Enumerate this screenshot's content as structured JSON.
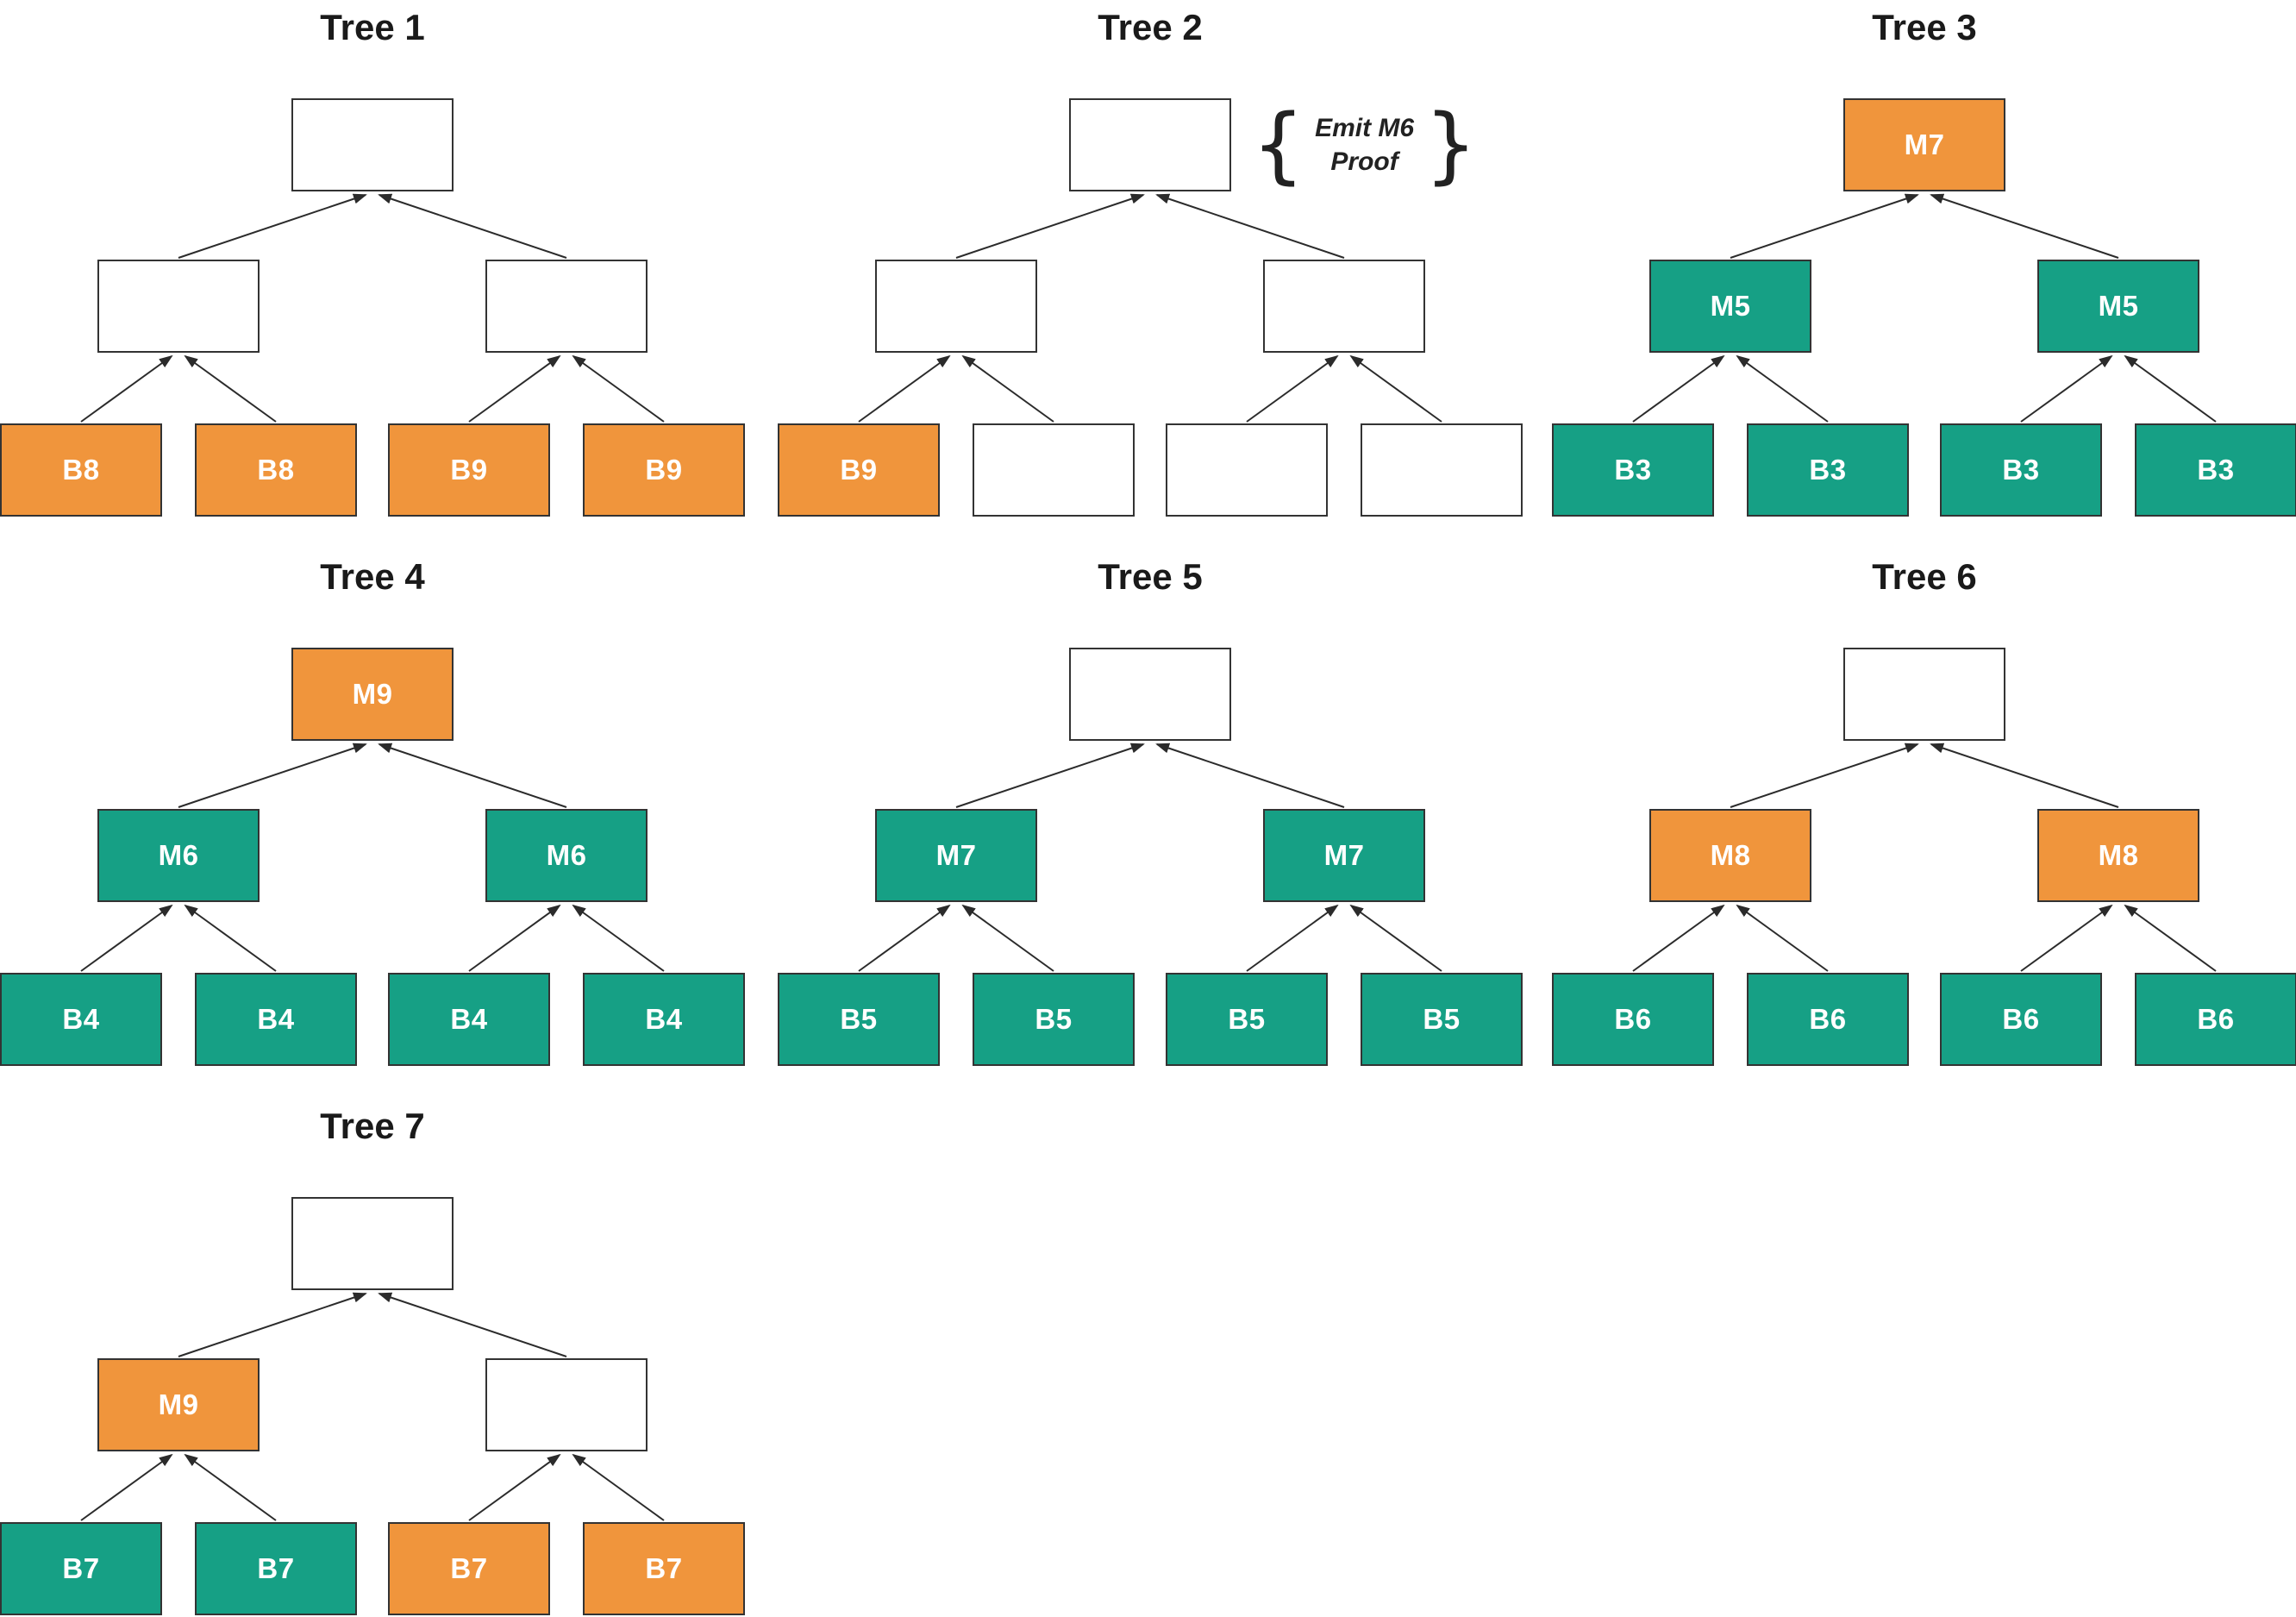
{
  "diagram": {
    "colors": {
      "orange": "#F0953C",
      "teal": "#16A085",
      "empty": "#FFFFFF",
      "border": "#333333",
      "edge": "#2B2B2B"
    },
    "trees": [
      {
        "title": "Tree 1",
        "root": {
          "label": "",
          "color": "empty"
        },
        "mids": [
          {
            "label": "",
            "color": "empty"
          },
          {
            "label": "",
            "color": "empty"
          }
        ],
        "leaves": [
          {
            "label": "B8",
            "color": "orange"
          },
          {
            "label": "B8",
            "color": "orange"
          },
          {
            "label": "B9",
            "color": "orange"
          },
          {
            "label": "B9",
            "color": "orange"
          }
        ]
      },
      {
        "title": "Tree 2",
        "annotation": {
          "brace_left": "{",
          "line1": "Emit M6",
          "line2": "Proof",
          "brace_right": "}"
        },
        "root": {
          "label": "",
          "color": "empty"
        },
        "mids": [
          {
            "label": "",
            "color": "empty"
          },
          {
            "label": "",
            "color": "empty"
          }
        ],
        "leaves": [
          {
            "label": "B9",
            "color": "orange"
          },
          {
            "label": "",
            "color": "empty"
          },
          {
            "label": "",
            "color": "empty"
          },
          {
            "label": "",
            "color": "empty"
          }
        ]
      },
      {
        "title": "Tree 3",
        "root": {
          "label": "M7",
          "color": "orange"
        },
        "mids": [
          {
            "label": "M5",
            "color": "teal"
          },
          {
            "label": "M5",
            "color": "teal"
          }
        ],
        "leaves": [
          {
            "label": "B3",
            "color": "teal"
          },
          {
            "label": "B3",
            "color": "teal"
          },
          {
            "label": "B3",
            "color": "teal"
          },
          {
            "label": "B3",
            "color": "teal"
          }
        ]
      },
      {
        "title": "Tree 4",
        "root": {
          "label": "M9",
          "color": "orange"
        },
        "mids": [
          {
            "label": "M6",
            "color": "teal"
          },
          {
            "label": "M6",
            "color": "teal"
          }
        ],
        "leaves": [
          {
            "label": "B4",
            "color": "teal"
          },
          {
            "label": "B4",
            "color": "teal"
          },
          {
            "label": "B4",
            "color": "teal"
          },
          {
            "label": "B4",
            "color": "teal"
          }
        ]
      },
      {
        "title": "Tree 5",
        "root": {
          "label": "",
          "color": "empty"
        },
        "mids": [
          {
            "label": "M7",
            "color": "teal"
          },
          {
            "label": "M7",
            "color": "teal"
          }
        ],
        "leaves": [
          {
            "label": "B5",
            "color": "teal"
          },
          {
            "label": "B5",
            "color": "teal"
          },
          {
            "label": "B5",
            "color": "teal"
          },
          {
            "label": "B5",
            "color": "teal"
          }
        ]
      },
      {
        "title": "Tree 6",
        "root": {
          "label": "",
          "color": "empty"
        },
        "mids": [
          {
            "label": "M8",
            "color": "orange"
          },
          {
            "label": "M8",
            "color": "orange"
          }
        ],
        "leaves": [
          {
            "label": "B6",
            "color": "teal"
          },
          {
            "label": "B6",
            "color": "teal"
          },
          {
            "label": "B6",
            "color": "teal"
          },
          {
            "label": "B6",
            "color": "teal"
          }
        ]
      },
      {
        "title": "Tree 7",
        "root": {
          "label": "",
          "color": "empty"
        },
        "mids": [
          {
            "label": "M9",
            "color": "orange"
          },
          {
            "label": "",
            "color": "empty"
          }
        ],
        "leaves": [
          {
            "label": "B7",
            "color": "teal"
          },
          {
            "label": "B7",
            "color": "teal"
          },
          {
            "label": "B7",
            "color": "orange"
          },
          {
            "label": "B7",
            "color": "orange"
          }
        ]
      }
    ]
  }
}
